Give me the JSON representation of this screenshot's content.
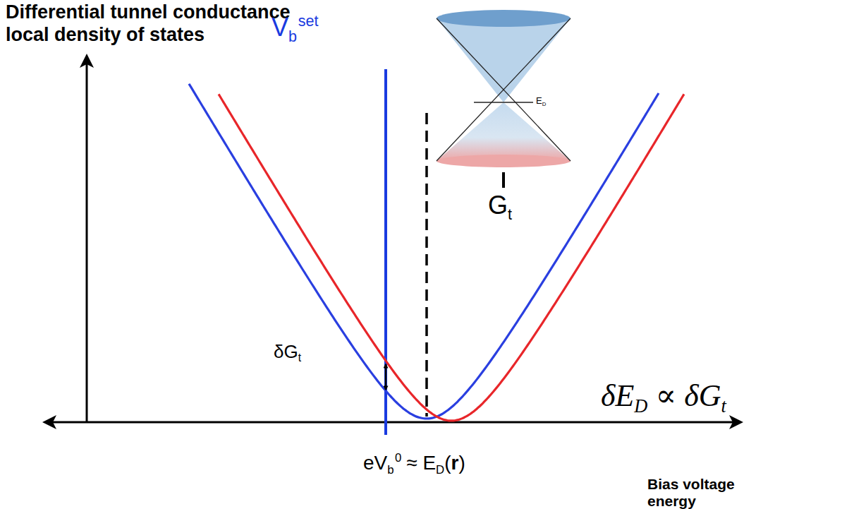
{
  "diagram": {
    "labels": [
      "Differential tunnel conductance",
      "local density of states",
      "E",
      "D",
      "G",
      "t",
      "V",
      "b",
      "set",
      "δG",
      "t",
      "δE",
      "D",
      "∝ δG",
      "t",
      "eV",
      "b",
      "0",
      "≈ E",
      "D",
      "(",
      "r",
      ")",
      "Bias voltage",
      "energy"
    ]
  }
}
